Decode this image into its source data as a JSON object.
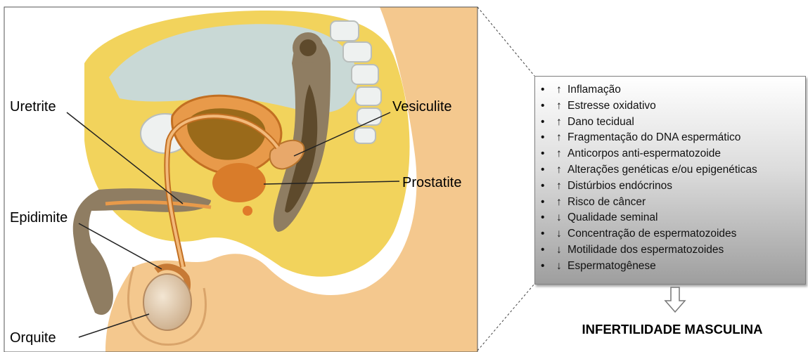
{
  "labels": {
    "uretrite": "Uretrite",
    "vesiculite": "Vesiculite",
    "prostatite": "Prostatite",
    "epidimite": "Epidimite",
    "orquite": "Orquite"
  },
  "effects": [
    {
      "bullet": "•",
      "arrow": "↑",
      "text": "Inflamação"
    },
    {
      "bullet": "•",
      "arrow": "↑",
      "text": "Estresse oxidativo"
    },
    {
      "bullet": "•",
      "arrow": "↑",
      "text": "Dano tecidual"
    },
    {
      "bullet": "•",
      "arrow": "↑",
      "text": "Fragmentação do DNA espermático"
    },
    {
      "bullet": "•",
      "arrow": "↑",
      "text": "Anticorpos anti-espermatozoide"
    },
    {
      "bullet": "•",
      "arrow": "↑",
      "text": "Alterações genéticas e/ou epigenéticas"
    },
    {
      "bullet": "•",
      "arrow": "↑",
      "text": "Distúrbios endócrinos"
    },
    {
      "bullet": "•",
      "arrow": "↑",
      "text": "Risco de câncer"
    },
    {
      "bullet": "•",
      "arrow": "↓",
      "text": "Qualidade seminal"
    },
    {
      "bullet": "•",
      "arrow": "↓",
      "text": "Concentração de espermatozoides"
    },
    {
      "bullet": "•",
      "arrow": "↓",
      "text": "Motilidade dos espermatozoides"
    },
    {
      "bullet": "•",
      "arrow": "↓",
      "text": "Espermatogênese"
    }
  ],
  "result": "INFERTILIDADE MASCULINA",
  "colors": {
    "skin": "#f4c88e",
    "fat": "#f2d35c",
    "bladder_space": "#c9d9d6",
    "rectum": "#8f7d62",
    "rectum_dark": "#5e4a2c",
    "organ_orange": "#e89a4a",
    "prostate": "#d97c2a",
    "testis": "#d9c2a4",
    "bone": "#eef1f0"
  }
}
